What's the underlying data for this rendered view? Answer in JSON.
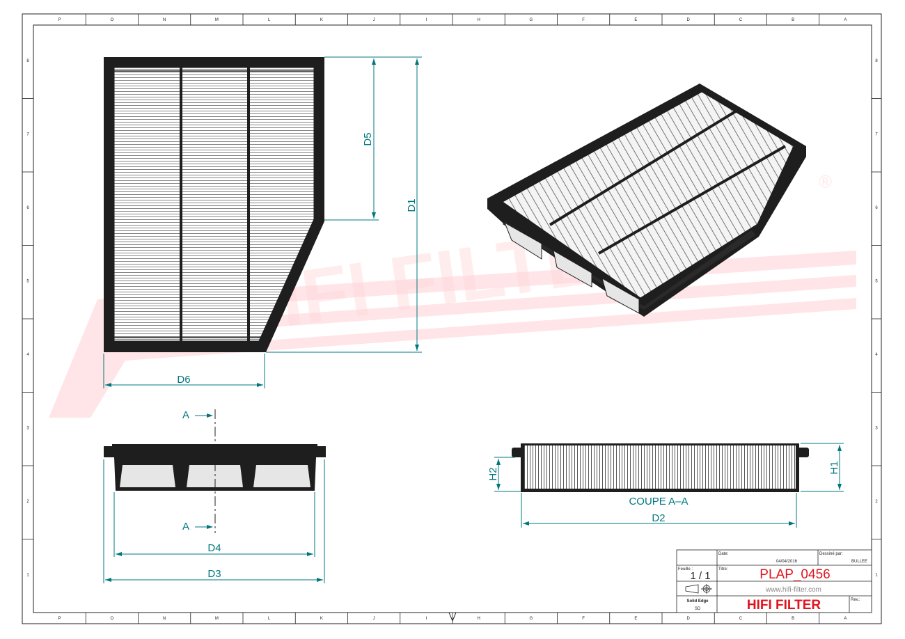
{
  "dimension_labels": {
    "d1": "D1",
    "d2": "D2",
    "d3": "D3",
    "d4": "D4",
    "d5": "D5",
    "d6": "D6",
    "h1": "H1",
    "h2": "H2"
  },
  "section": {
    "marker": "A",
    "caption": "COUPE A–A"
  },
  "watermark": {
    "text": "HIFI FILTER",
    "registered": "®"
  },
  "title_block": {
    "date_label": "Date:",
    "date_value": "04/04/2016",
    "drawn_by_label": "Dessiné par:",
    "drawn_by_value": "BULLEE",
    "sheet_label": "Feuille :",
    "sheet_value": "1 / 1",
    "title_label": "Titre:",
    "part_number": "PLAP_0456",
    "website": "www.hifi-filter.com",
    "software": "Solid Edge",
    "scale": "SD",
    "company": "HIFI FILTER",
    "rev_label": "Rev.:"
  },
  "frame": {
    "top_letters": [
      "P",
      "O",
      "N",
      "M",
      "L",
      "K",
      "J",
      "I",
      "H",
      "G",
      "F",
      "E",
      "D",
      "C",
      "B",
      "A"
    ],
    "bottom_letters": [
      "P",
      "O",
      "N",
      "M",
      "L",
      "K",
      "J",
      "I",
      "H",
      "G",
      "F",
      "E",
      "D",
      "C",
      "B",
      "A"
    ],
    "right_numbers": [
      "8",
      "7",
      "6",
      "5",
      "4",
      "3",
      "2",
      "1"
    ],
    "left_numbers": [
      "8",
      "7",
      "6",
      "5",
      "4",
      "3",
      "2",
      "1"
    ]
  },
  "colors": {
    "dimension": "#00777f",
    "part_number": "#e0141e",
    "frame_dark": "#1e1e1e",
    "pleat_light": "#ffffff"
  }
}
